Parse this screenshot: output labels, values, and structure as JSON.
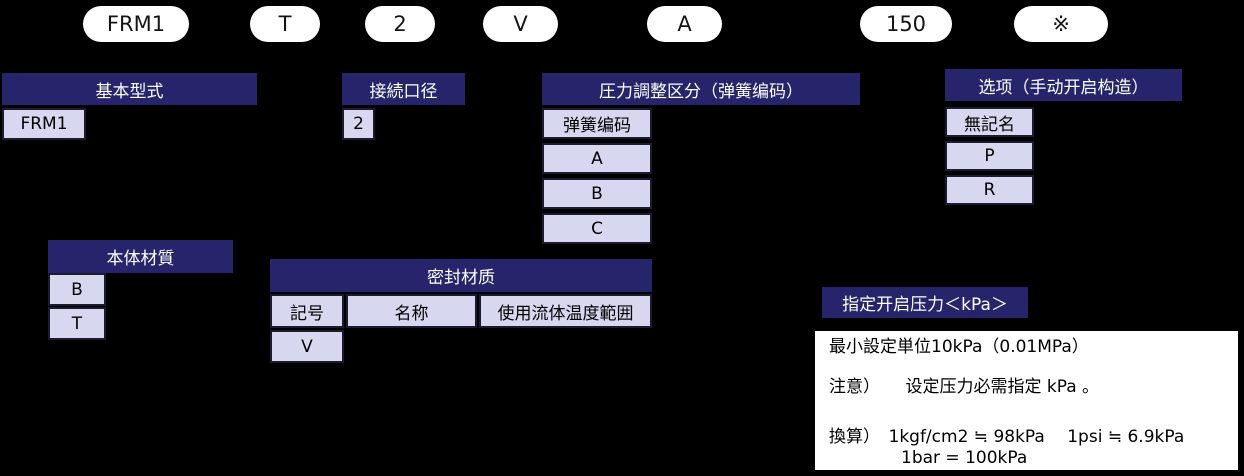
{
  "model_code": {
    "segments": [
      "FRM1",
      "T",
      "2",
      "V",
      "A",
      "150",
      "※"
    ]
  },
  "tables": {
    "basic_model": {
      "title": "基本型式",
      "cells": [
        "FRM1"
      ]
    },
    "connection_size": {
      "title": "接続口径",
      "cells": [
        "2"
      ]
    },
    "pressure_range": {
      "title": "圧力調整区分（弹簧编码）",
      "cells": [
        "弹簧编码",
        "A",
        "B",
        "C"
      ]
    },
    "options": {
      "title": "选项（手动开启构造）",
      "cells": [
        "無記名",
        "P",
        "R"
      ]
    },
    "body_material": {
      "title": "本体材質",
      "cells": [
        "B",
        "T"
      ]
    },
    "seal_material": {
      "title": "密封材质",
      "columns": [
        "記号",
        "名称",
        "使用流体温度範囲"
      ],
      "cells": [
        "V"
      ]
    },
    "set_pressure": {
      "title": "指定开启压力＜kPa＞",
      "notes": [
        "最小設定単位10kPa（0.01MPa）",
        "注意）　　设定压力必需指定 kPa 。",
        "換算）　1kgf/cm2 ≒ 98kPa　 1psi ≒ 6.9kPa",
        "1bar = 100kPa"
      ]
    }
  },
  "colors": {
    "background": "#000000",
    "header_bg": "#26256b",
    "header_text": "#ffffff",
    "cell_bg": "#d7d7ef",
    "pill_bg": "#ffffff",
    "note_box_bg": "#ffffff"
  }
}
